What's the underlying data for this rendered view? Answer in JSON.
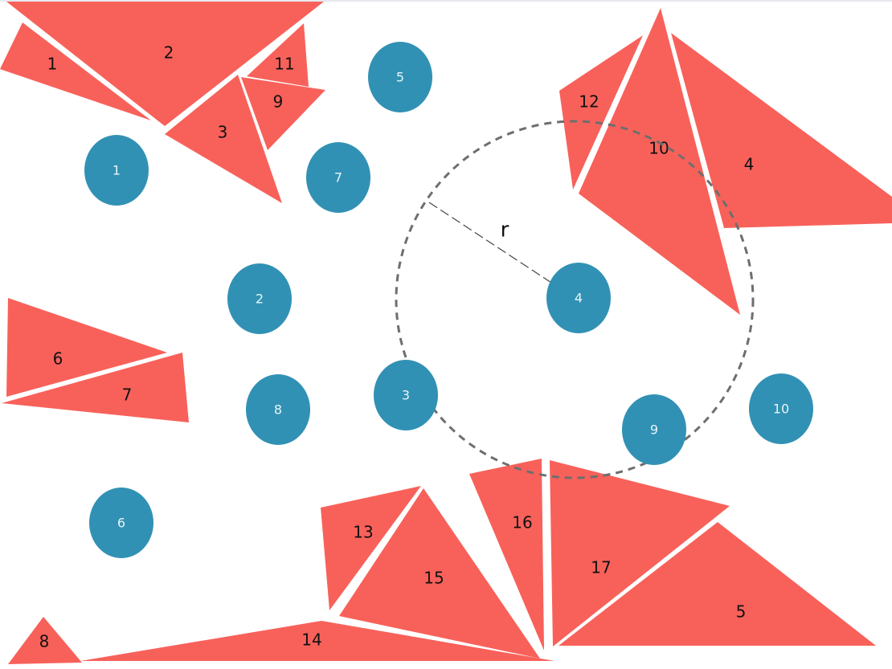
{
  "colors": {
    "obstacle": "#f8615a",
    "node": "#3191b4",
    "range_circle": "#6e6e6e"
  },
  "obstacles": [
    {
      "label": "1"
    },
    {
      "label": "2"
    },
    {
      "label": "3"
    },
    {
      "label": "9"
    },
    {
      "label": "11"
    },
    {
      "label": "12"
    },
    {
      "label": "10"
    },
    {
      "label": "4"
    },
    {
      "label": "6"
    },
    {
      "label": "7"
    },
    {
      "label": "13"
    },
    {
      "label": "15"
    },
    {
      "label": "14"
    },
    {
      "label": "16"
    },
    {
      "label": "17"
    },
    {
      "label": "5"
    },
    {
      "label": "8"
    }
  ],
  "nodes": [
    {
      "label": "1"
    },
    {
      "label": "5"
    },
    {
      "label": "7"
    },
    {
      "label": "2"
    },
    {
      "label": "4"
    },
    {
      "label": "8"
    },
    {
      "label": "3"
    },
    {
      "label": "9"
    },
    {
      "label": "10"
    },
    {
      "label": "6"
    }
  ],
  "range": {
    "radius_label": "r",
    "center_node": "4"
  }
}
